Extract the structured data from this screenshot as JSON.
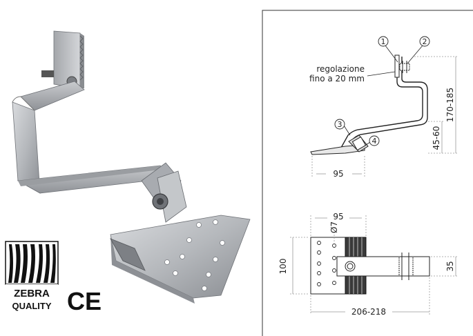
{
  "logo": {
    "line1": "ZEBRA",
    "line2": "QUALITY",
    "ce_mark": "CE"
  },
  "side_view": {
    "adjustment_note_line1": "regolazione",
    "adjustment_note_line2": "fino a 20 mm",
    "callouts": [
      "1",
      "2",
      "3",
      "4"
    ],
    "dim_height": "170-185",
    "dim_base_height": "45-60",
    "dim_base_width": "95"
  },
  "top_view": {
    "dim_width": "95",
    "dim_hole": "Ø7",
    "dim_height": "100",
    "dim_arm_width": "35",
    "dim_length": "206-218"
  },
  "colors": {
    "metal": "#b9bcc0",
    "metal_dark": "#7d8186",
    "line": "#222222",
    "dim_line": "#999999"
  }
}
